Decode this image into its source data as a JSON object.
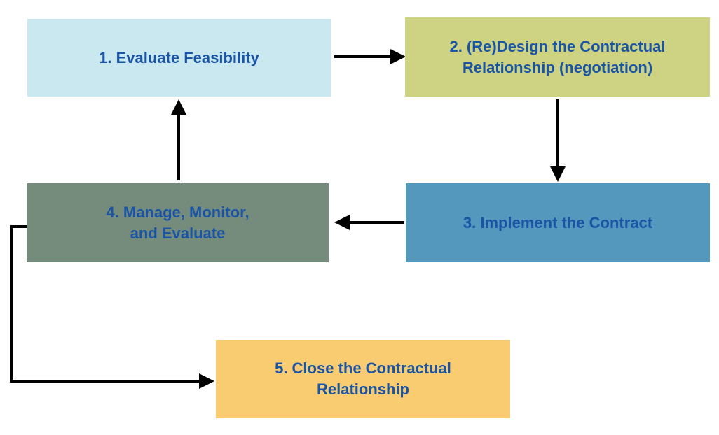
{
  "diagram": {
    "background_color": "#FFFFFF",
    "text_color": "#1A54A4",
    "arrow_color": "#000000",
    "boxes": [
      {
        "name": "evaluate-feasibility",
        "fill": "#C9E8F0",
        "lines": [
          "1. Evaluate Feasibility"
        ]
      },
      {
        "name": "redesign-contractual-relationship",
        "fill": "#CDD383",
        "lines": [
          "2. (Re)Design the Contractual",
          "Relationship (negotiation)"
        ]
      },
      {
        "name": "implement-contract",
        "fill": "#5598BD",
        "lines": [
          "3. Implement the Contract"
        ]
      },
      {
        "name": "manage-monitor-evaluate",
        "fill": "#758C7D",
        "lines": [
          "4. Manage, Monitor,",
          "and Evaluate"
        ]
      },
      {
        "name": "close-contractual-relationship",
        "fill": "#FACC72",
        "lines": [
          "5. Close the Contractual",
          "Relationship"
        ]
      }
    ],
    "edges": [
      {
        "from": "1. Evaluate Feasibility",
        "to": "2. (Re)Design the Contractual Relationship (negotiation)"
      },
      {
        "from": "2. (Re)Design the Contractual Relationship (negotiation)",
        "to": "3. Implement the Contract"
      },
      {
        "from": "3. Implement the Contract",
        "to": "4. Manage, Monitor, and Evaluate"
      },
      {
        "from": "4. Manage, Monitor, and Evaluate",
        "to": "1. Evaluate Feasibility"
      },
      {
        "from": "4. Manage, Monitor, and Evaluate",
        "to": "5. Close the Contractual Relationship"
      }
    ]
  }
}
